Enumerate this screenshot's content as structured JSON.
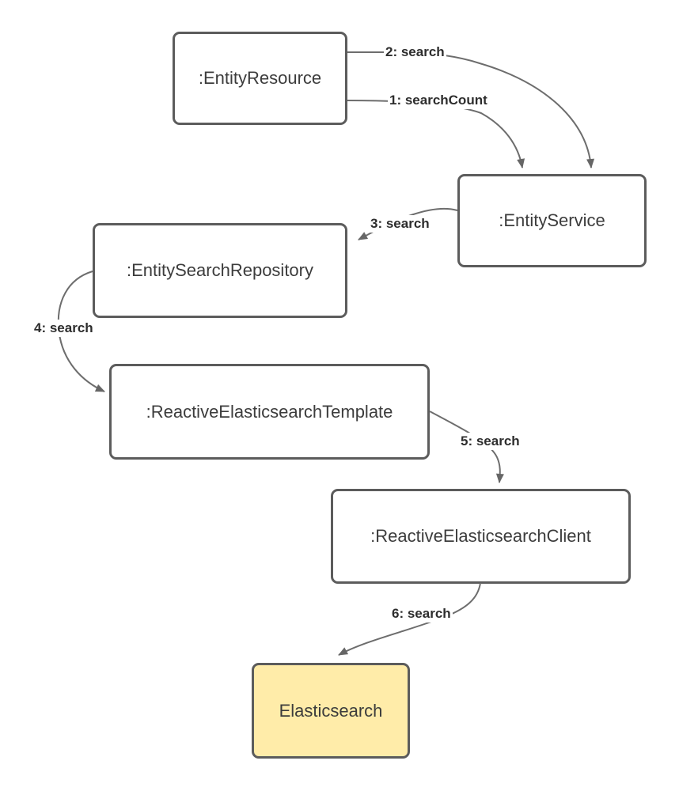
{
  "diagram": {
    "type": "communication-diagram",
    "background": "#ffffff",
    "nodes": [
      {
        "id": "entity-resource",
        "label": ":EntityResource",
        "highlight": false
      },
      {
        "id": "entity-service",
        "label": ":EntityService",
        "highlight": false
      },
      {
        "id": "entity-search-repository",
        "label": ":EntitySearchRepository",
        "highlight": false
      },
      {
        "id": "reactive-elasticsearch-template",
        "label": ":ReactiveElasticsearchTemplate",
        "highlight": false
      },
      {
        "id": "reactive-elasticsearch-client",
        "label": ":ReactiveElasticsearchClient",
        "highlight": false
      },
      {
        "id": "elasticsearch",
        "label": "Elasticsearch",
        "highlight": true
      }
    ],
    "edges": [
      {
        "label": "1: searchCount",
        "from": "entity-resource",
        "to": "entity-service"
      },
      {
        "label": "2: search",
        "from": "entity-resource",
        "to": "entity-service"
      },
      {
        "label": "3: search",
        "from": "entity-service",
        "to": "entity-search-repository"
      },
      {
        "label": "4: search",
        "from": "entity-search-repository",
        "to": "reactive-elasticsearch-template"
      },
      {
        "label": "5: search",
        "from": "reactive-elasticsearch-template",
        "to": "reactive-elasticsearch-client"
      },
      {
        "label": "6: search",
        "from": "reactive-elasticsearch-client",
        "to": "elasticsearch"
      }
    ],
    "colors": {
      "node_fill": "#ffffff",
      "node_border": "#5c5c5c",
      "highlight_fill": "#ffeca9",
      "line": "#6d6d6d",
      "arrowhead": "#666666",
      "node_text": "#3c3c3c",
      "edge_text": "#2d2d2d"
    }
  }
}
